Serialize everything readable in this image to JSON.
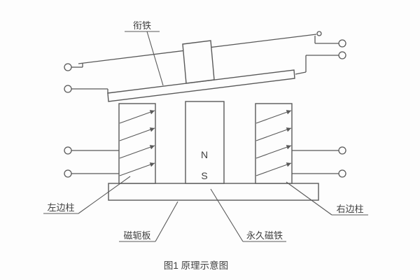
{
  "figure": {
    "caption": "图1 原理示意图",
    "labels": {
      "armature": "衔铁",
      "left_column": "左边柱",
      "yoke_plate": "磁轭板",
      "permanent_magnet": "永久磁铁",
      "right_column": "右边柱"
    },
    "magnet_poles": {
      "north": "N",
      "south": "S"
    },
    "colors": {
      "line": "#595959",
      "text": "#404040",
      "background": "#fdfdfd"
    }
  }
}
